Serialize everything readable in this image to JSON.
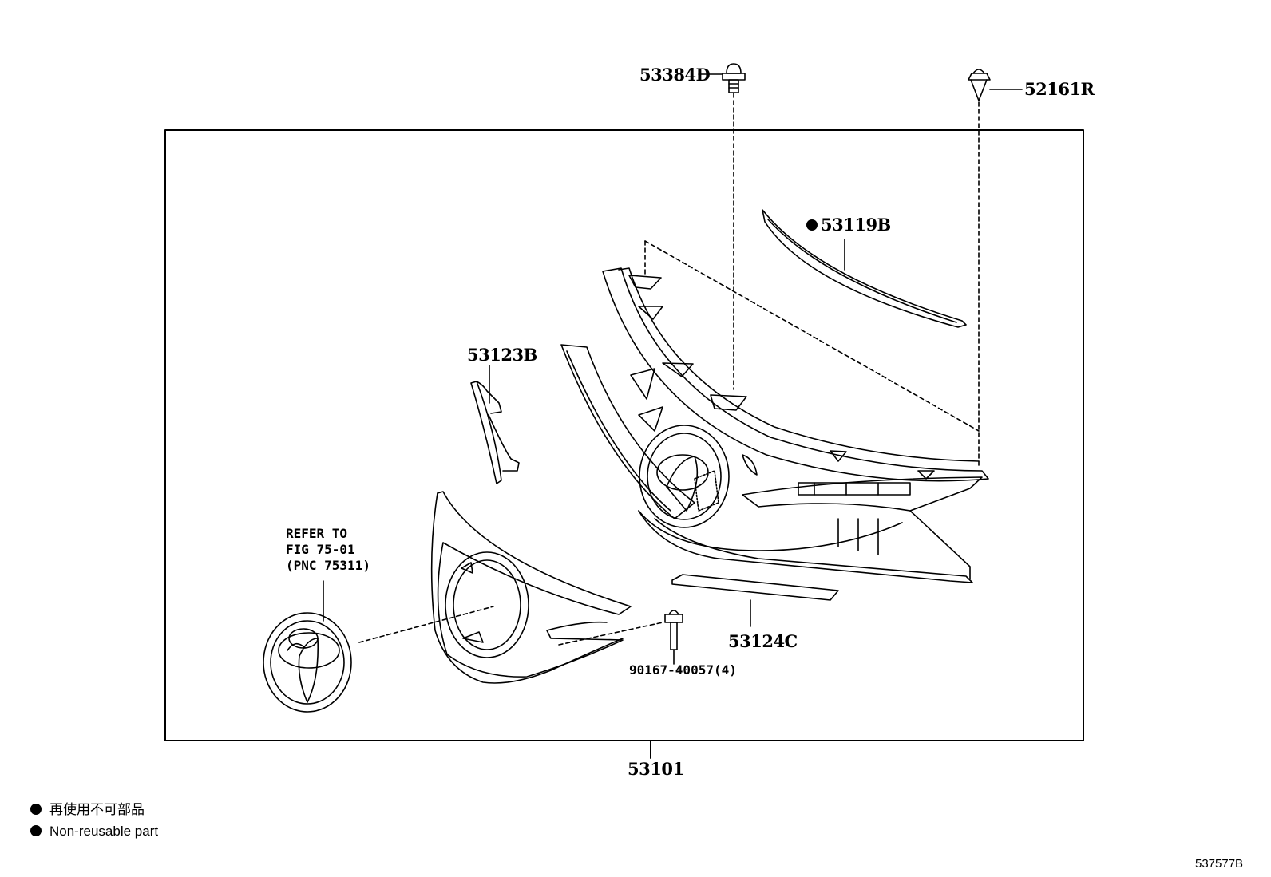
{
  "diagram": {
    "parts": [
      {
        "key": "p53384D",
        "label": "53384D"
      },
      {
        "key": "p52161R",
        "label": "52161R"
      },
      {
        "key": "p53119B",
        "label": "53119B",
        "non_reusable": true
      },
      {
        "key": "p53123B",
        "label": "53123B"
      },
      {
        "key": "p53124C",
        "label": "53124C"
      },
      {
        "key": "p90167",
        "label": "90167-40057(4)"
      },
      {
        "key": "p53101",
        "label": "53101"
      }
    ],
    "refer": {
      "line1": "REFER TO",
      "line2": "FIG 75-01",
      "line3": "(PNC 75311)"
    },
    "legend": {
      "jp": "再使用不可部品",
      "en": "Non-reusable part"
    },
    "diagram_number": "537577B"
  }
}
